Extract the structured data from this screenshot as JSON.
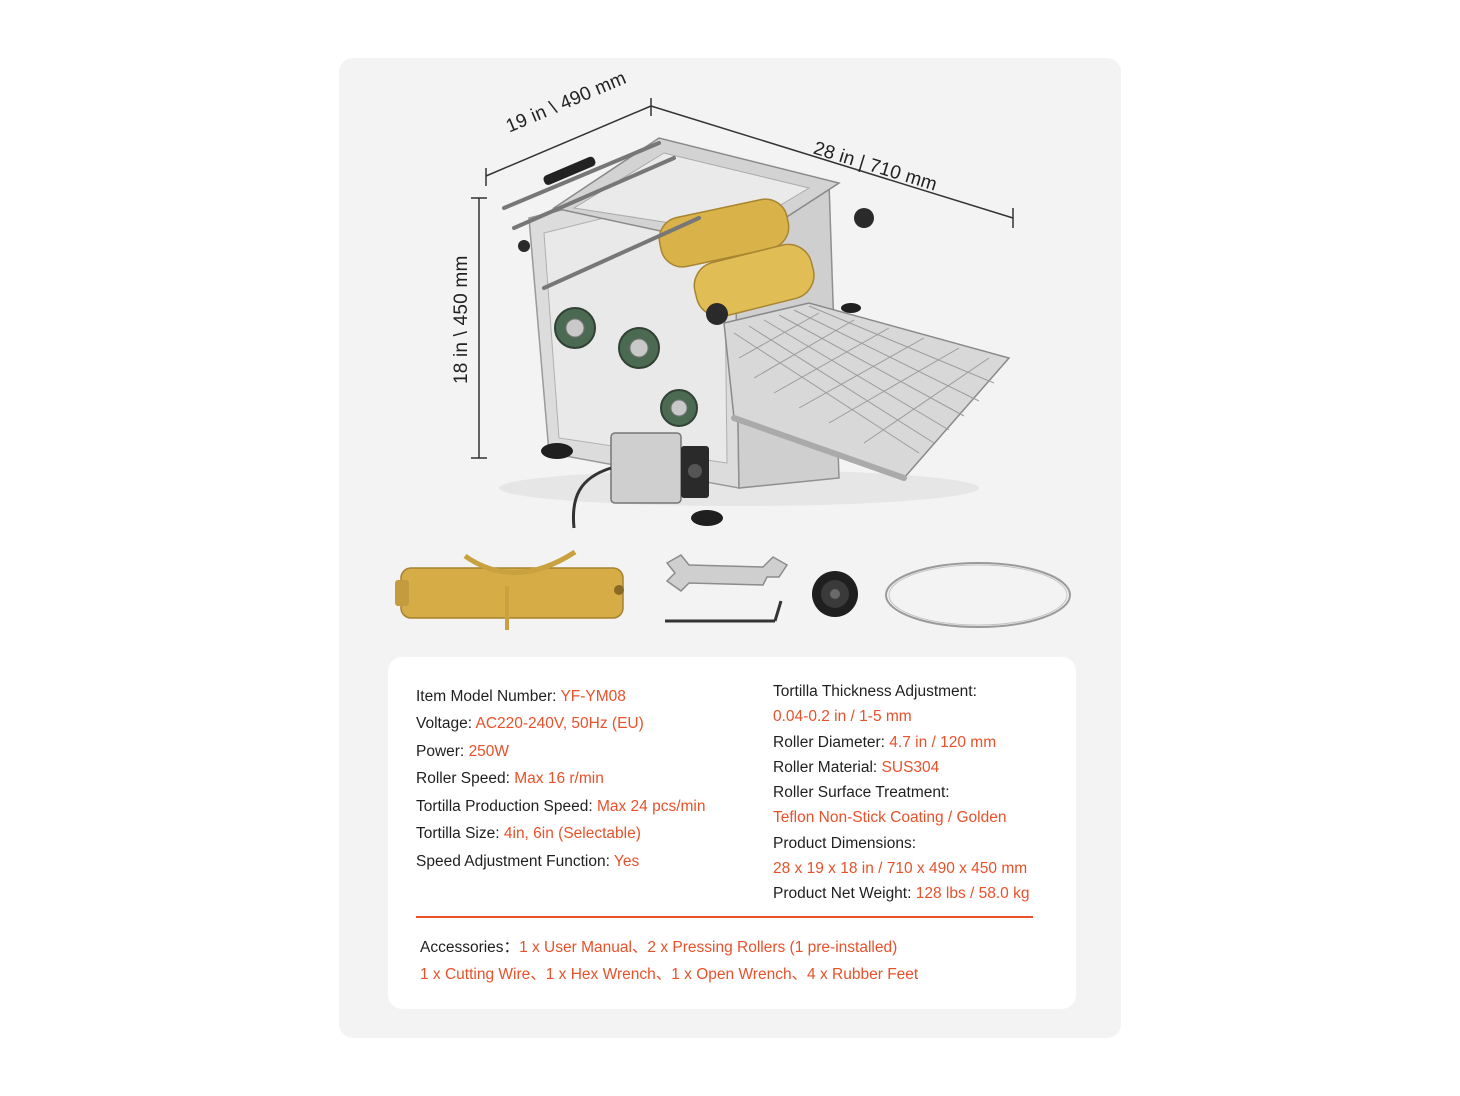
{
  "dimensions": {
    "width": "19 in \\ 490 mm",
    "length": "28 in | 710 mm",
    "height": "18 in \\ 450 mm"
  },
  "accessories_pictured": [
    "pressing-roller",
    "open-wrench",
    "hex-wrench",
    "rubber-foot",
    "cutting-wire"
  ],
  "specs_left": [
    {
      "label": "Item Model Number: ",
      "value": "YF-YM08"
    },
    {
      "label": "Voltage: ",
      "value": "AC220-240V, 50Hz (EU)"
    },
    {
      "label": "Power: ",
      "value": "250W"
    },
    {
      "label": "Roller Speed: ",
      "value": "Max 16 r/min"
    },
    {
      "label": "Tortilla Production Speed: ",
      "value": "Max 24 pcs/min"
    },
    {
      "label": "Tortilla Size: ",
      "value": "4in, 6in (Selectable)"
    },
    {
      "label": "Speed Adjustment Function: ",
      "value": "Yes"
    }
  ],
  "specs_right": {
    "thickness_label": "Tortilla Thickness Adjustment:",
    "thickness_value": "0.04-0.2 in / 1-5 mm",
    "roller_diameter_label": "Roller Diameter: ",
    "roller_diameter_value": "4.7 in / 120 mm",
    "roller_material_label": "Roller Material: ",
    "roller_material_value": "SUS304",
    "surface_label": "Roller Surface Treatment:",
    "surface_value": "Teflon Non-Stick Coating / Golden",
    "dimensions_label": "Product Dimensions:",
    "dimensions_value": "28 x 19 x 18 in / 710 x 490 x 450 mm",
    "weight_label": "Product Net Weight: ",
    "weight_value": "128 lbs / 58.0 kg"
  },
  "accessories": {
    "label": "Accessories：",
    "line1": "1 x User Manual、2 x Pressing Rollers (1 pre-installed)",
    "line2": "1 x Cutting Wire、1 x Hex Wrench、1 x Open Wrench、4 x Rubber Feet"
  },
  "colors": {
    "accent": "#e8512a",
    "card_bg": "#f3f3f3",
    "roller_gold": "#d9b24a"
  }
}
